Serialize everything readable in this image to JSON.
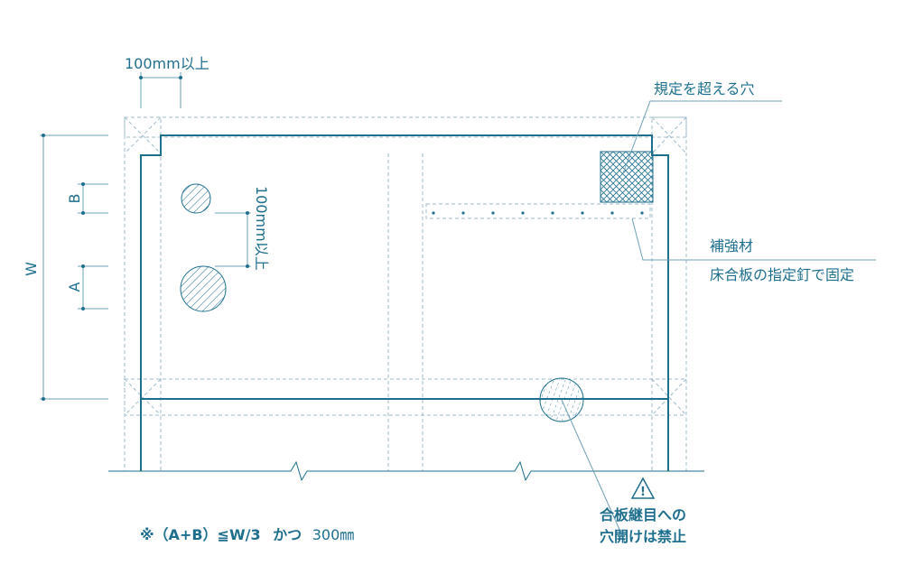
{
  "labels": {
    "dim_top": "100mm以上",
    "dim_side": "100mm以上",
    "dim_b": "B",
    "dim_a": "A",
    "dim_w": "W",
    "over_limit_hole": "規定を超える穴",
    "reinforcement_line1": "補強材",
    "reinforcement_line2": "床合板の指定釘で固定",
    "warning_symbol": "!",
    "joint_line1": "合板継目への",
    "joint_line2": "穴開けは禁止",
    "formula_prefix": "※（A+B）≦W/3",
    "formula_and": "かつ",
    "formula_suffix": "300㎜"
  },
  "colors": {
    "primary": "#1e6f8e",
    "dashed": "#9fbccb",
    "leader": "#6d9fb5"
  }
}
